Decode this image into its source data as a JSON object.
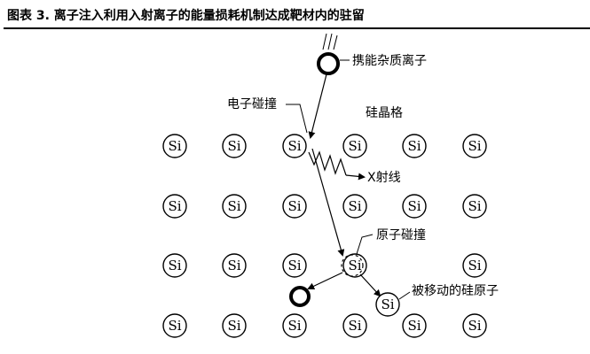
{
  "figure": {
    "title": "图表 3. 离子注入利用入射离子的能量损耗机制达成靶材内的驻留"
  },
  "diagram": {
    "atom_symbol": "Si",
    "labels": {
      "incident_ion": "携能杂质离子",
      "electron_collision": "电子碰撞",
      "lattice": "硅晶格",
      "xray": "X射线",
      "nuclear_collision": "原子碰撞",
      "displaced_atom": "被移动的硅原子"
    }
  }
}
